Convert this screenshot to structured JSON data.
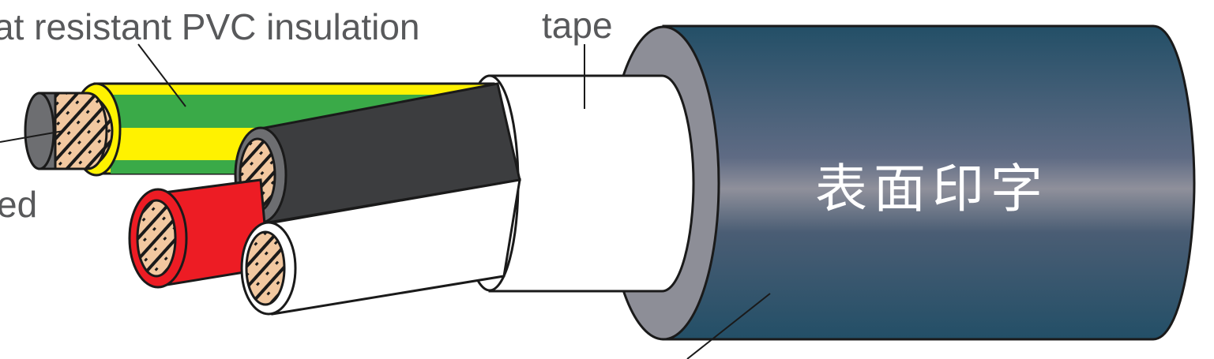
{
  "labels": {
    "insulation": "at resistant PVC insulation",
    "tape": "tape",
    "conductor_partial": "ed",
    "surface_print": "表面印字"
  },
  "colors": {
    "conductor_copper": "#f2c8a0",
    "strand_mark": "#1a1a1a",
    "core_gray": "#6d6e71",
    "core_yellow": "#fff200",
    "core_green": "#3aaa48",
    "core_black": "#3c3d3f",
    "core_red": "#ed1c24",
    "core_white": "#ffffff",
    "tape_white": "#ffffff",
    "sheath_inner_gray": "#8d8e97",
    "sheath_dark_blue": "#234f67",
    "sheath_highlight": "#8f909b",
    "label_text": "#58595b"
  }
}
